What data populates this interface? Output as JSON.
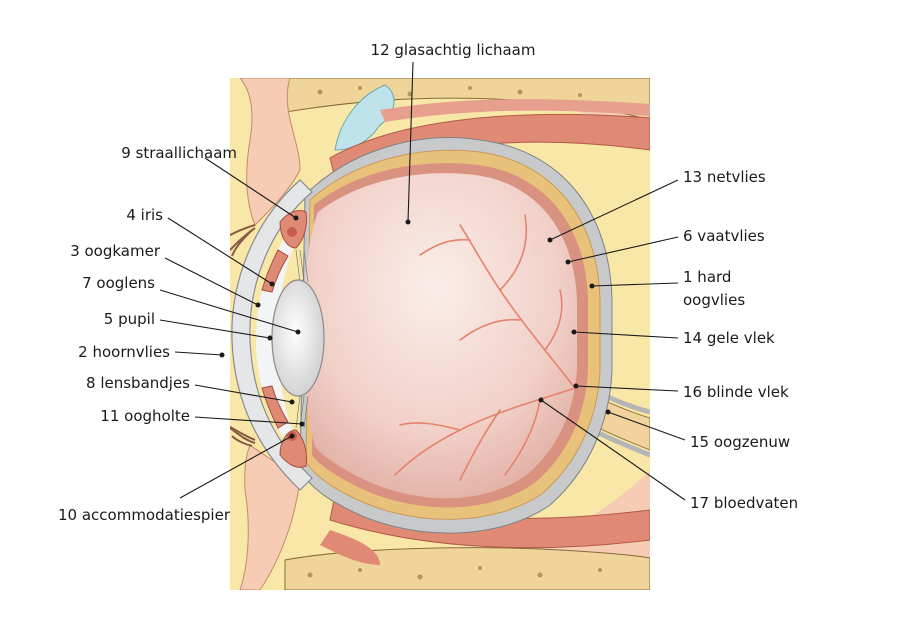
{
  "labels": {
    "l12": "12 glasachtig lichaam",
    "l9": "9 straallichaam",
    "l4": "4 iris",
    "l3": "3 oogkamer",
    "l7": "7 ooglens",
    "l5": "5 pupil",
    "l2": "2 hoornvlies",
    "l8": "8 lensbandjes",
    "l11": "11 oogholte",
    "l10": "10 accommodatiespier",
    "l13": "13 netvlies",
    "l6": "6 vaatvlies",
    "l1a": "1 hard",
    "l1b": "oogvlies",
    "l14": "14 gele vlek",
    "l16": "16 blinde vlek",
    "l15": "15 oogzenuw",
    "l17": "17 bloedvaten"
  },
  "colors": {
    "fat": "#f8e7a6",
    "bone": "#efd59a",
    "muscle": "#e08a76",
    "skin": "#f6cdb4",
    "sclera": "#c7c9cb",
    "choroid": "#d99180",
    "retina": "#efcf85",
    "vitreous": "#f2d0c9",
    "lens": "#ececec",
    "vessel": "#e7826c",
    "nerve": "#f2d29d",
    "ink": "#1a1a1a"
  }
}
